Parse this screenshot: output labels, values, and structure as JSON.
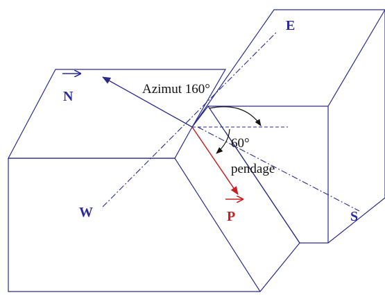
{
  "labels": {
    "north": "N",
    "east": "E",
    "west": "W",
    "south": "S",
    "dip_vector": "P",
    "azimuth": "Azimut 160°",
    "dip_angle": "60°",
    "dip_word": "pendage"
  },
  "colors": {
    "structure": "#2a2a8c",
    "dip_vector": "#c82020",
    "annotation": "#111111"
  },
  "values": {
    "azimuth_deg": 160,
    "dip_deg": 60
  }
}
